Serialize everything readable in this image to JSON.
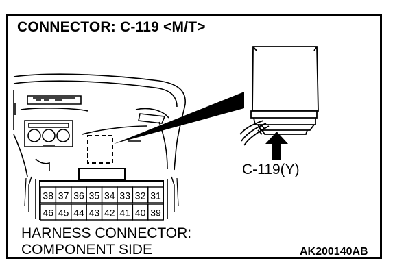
{
  "title": "CONNECTOR: C-119 <M/T>",
  "component_label": "C-119(Y)",
  "caption": {
    "line1": "HARNESS CONNECTOR:",
    "line2": "COMPONENT SIDE"
  },
  "figure_id": "AK200140AB",
  "connector": {
    "top_row": [
      "38",
      "37",
      "36",
      "35",
      "34",
      "33",
      "32",
      "31"
    ],
    "bottom_row": [
      "46",
      "45",
      "44",
      "43",
      "42",
      "41",
      "40",
      "39"
    ]
  }
}
